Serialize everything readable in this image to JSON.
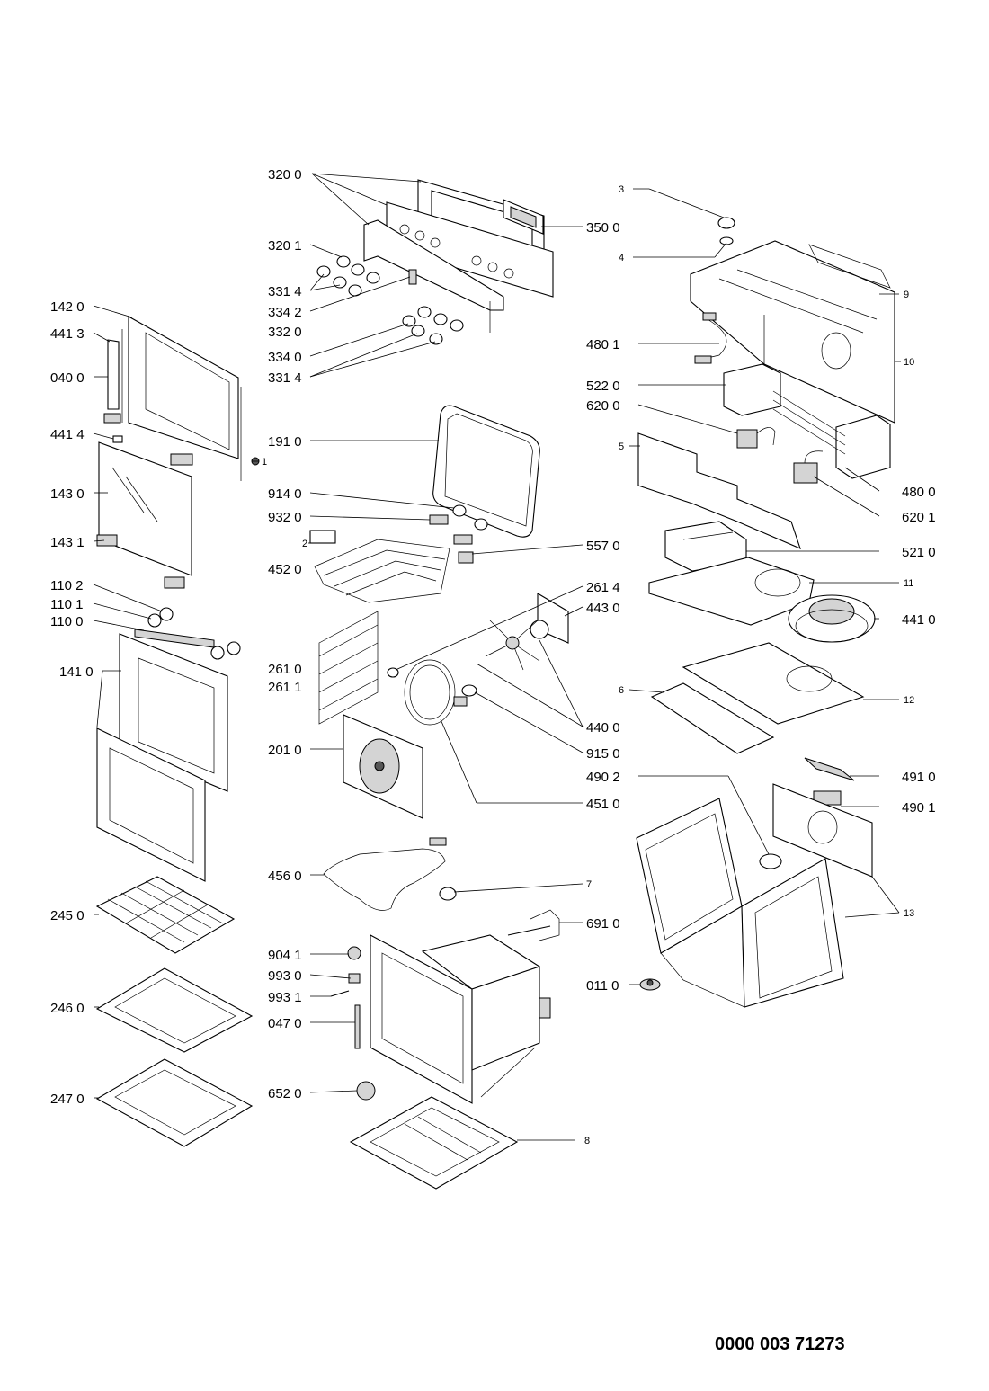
{
  "document_code": "0000 003 71273",
  "labels": [
    {
      "id": "p320-0",
      "text": "320 0"
    },
    {
      "id": "p350-0",
      "text": "350 0"
    },
    {
      "id": "p320-1",
      "text": "320 1"
    },
    {
      "id": "p331-4a",
      "text": "331 4"
    },
    {
      "id": "p334-2",
      "text": "334 2"
    },
    {
      "id": "p332-0",
      "text": "332 0"
    },
    {
      "id": "p334-0",
      "text": "334 0"
    },
    {
      "id": "p331-4b",
      "text": "331 4"
    },
    {
      "id": "p142-0",
      "text": "142 0"
    },
    {
      "id": "p441-3",
      "text": "441 3"
    },
    {
      "id": "p040-0",
      "text": "040 0"
    },
    {
      "id": "p441-4",
      "text": "441 4"
    },
    {
      "id": "p143-0",
      "text": "143 0"
    },
    {
      "id": "p143-1",
      "text": "143 1"
    },
    {
      "id": "p110-2",
      "text": "110 2"
    },
    {
      "id": "p110-1",
      "text": "110 1"
    },
    {
      "id": "p110-0",
      "text": "110 0"
    },
    {
      "id": "p141-0",
      "text": "141 0"
    },
    {
      "id": "p191-0",
      "text": "191 0"
    },
    {
      "id": "p914-0",
      "text": "914 0"
    },
    {
      "id": "p932-0",
      "text": "932 0"
    },
    {
      "id": "p452-0",
      "text": "452 0"
    },
    {
      "id": "p557-0",
      "text": "557 0"
    },
    {
      "id": "p261-4",
      "text": "261 4"
    },
    {
      "id": "p443-0",
      "text": "443 0"
    },
    {
      "id": "p261-0",
      "text": "261 0"
    },
    {
      "id": "p261-1",
      "text": "261 1"
    },
    {
      "id": "p440-0",
      "text": "440 0"
    },
    {
      "id": "p915-0",
      "text": "915 0"
    },
    {
      "id": "p201-0",
      "text": "201 0"
    },
    {
      "id": "p451-0",
      "text": "451 0"
    },
    {
      "id": "p456-0",
      "text": "456 0"
    },
    {
      "id": "p245-0",
      "text": "245 0"
    },
    {
      "id": "p246-0",
      "text": "246 0"
    },
    {
      "id": "p247-0",
      "text": "247 0"
    },
    {
      "id": "p904-1",
      "text": "904 1"
    },
    {
      "id": "p993-0",
      "text": "993 0"
    },
    {
      "id": "p993-1",
      "text": "993 1"
    },
    {
      "id": "p047-0",
      "text": "047 0"
    },
    {
      "id": "p652-0",
      "text": "652 0"
    },
    {
      "id": "p691-0",
      "text": "691 0"
    },
    {
      "id": "p011-0",
      "text": "011 0"
    },
    {
      "id": "p480-1",
      "text": "480 1"
    },
    {
      "id": "p522-0",
      "text": "522 0"
    },
    {
      "id": "p620-0",
      "text": "620 0"
    },
    {
      "id": "p480-0",
      "text": "480 0"
    },
    {
      "id": "p620-1",
      "text": "620 1"
    },
    {
      "id": "p521-0",
      "text": "521 0"
    },
    {
      "id": "p441-0",
      "text": "441 0"
    },
    {
      "id": "p491-0",
      "text": "491 0"
    },
    {
      "id": "p490-1",
      "text": "490 1"
    },
    {
      "id": "p490-2",
      "text": "490 2"
    }
  ],
  "ref_numbers": [
    {
      "id": "r1",
      "text": "1"
    },
    {
      "id": "r2",
      "text": "2"
    },
    {
      "id": "r3",
      "text": "3"
    },
    {
      "id": "r4",
      "text": "4"
    },
    {
      "id": "r5",
      "text": "5"
    },
    {
      "id": "r6",
      "text": "6"
    },
    {
      "id": "r7",
      "text": "7"
    },
    {
      "id": "r8",
      "text": "8"
    },
    {
      "id": "r9",
      "text": "9"
    },
    {
      "id": "r10",
      "text": "10"
    },
    {
      "id": "r11",
      "text": "11"
    },
    {
      "id": "r12",
      "text": "12"
    },
    {
      "id": "r13",
      "text": "13"
    }
  ]
}
